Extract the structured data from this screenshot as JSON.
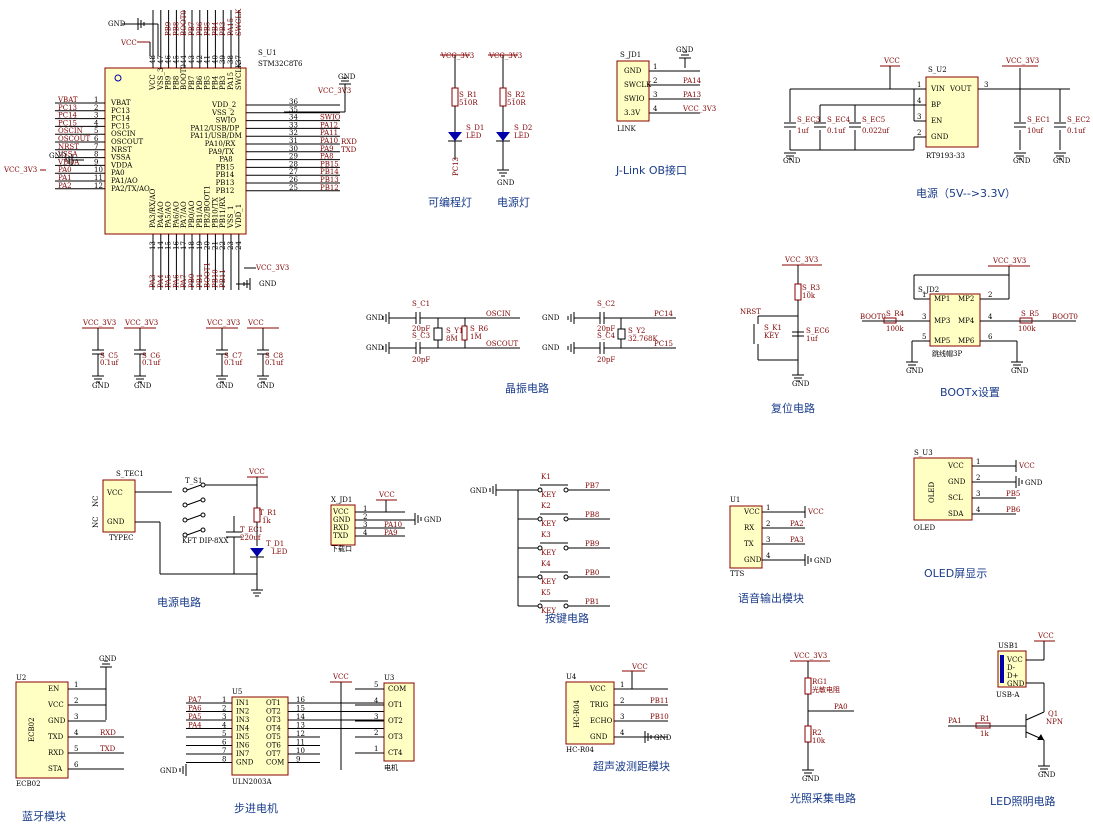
{
  "mcu": {
    "ref": "S_U1",
    "part": "STM32C8T6",
    "left_labels": [
      "VBAT",
      "PC13",
      "PC14",
      "PC15",
      "OSCIN",
      "OSCOUT",
      "NRST",
      "VSSA",
      "VDDA",
      "PA0",
      "PA1",
      "PA2"
    ],
    "left_pins": [
      "1",
      "2",
      "3",
      "4",
      "5",
      "6",
      "7",
      "8",
      "9",
      "10",
      "11",
      "12"
    ],
    "left_inner": [
      "VBAT",
      "PC13",
      "PC14",
      "PC15",
      "OSCIN",
      "OSCOUT",
      "NRST",
      "VSSA",
      "VDDA",
      "PA0",
      "PA1/AO",
      "PA2/TX/AO"
    ],
    "right_inner": [
      "VDD_2",
      "VSS_2",
      "SWIO",
      "PA12/USB/DP",
      "PA11/USB/DM",
      "PA10/RX",
      "PA9/TX",
      "PA8",
      "PB15",
      "PB14",
      "PB13",
      "PB12"
    ],
    "right_pins": [
      "36",
      "35",
      "34",
      "33",
      "32",
      "31",
      "30",
      "29",
      "28",
      "27",
      "26",
      "25"
    ],
    "right_labels": [
      "VCC_3V3",
      "",
      "SWIO",
      "PA12",
      "PA11",
      "PA10",
      "PA9",
      "PA8",
      "PB15",
      "PB14",
      "PB13",
      "PB12"
    ],
    "right_extra": {
      "rxd": "RXD",
      "txd": "TXD"
    },
    "top_pins": [
      "48",
      "47",
      "46",
      "45",
      "44",
      "43",
      "42",
      "41",
      "40",
      "39",
      "38",
      "37"
    ],
    "top_inner": [
      "VCC",
      "VSS_3",
      "PB9",
      "PB8",
      "BOOT0",
      "PB7",
      "PB6",
      "PB5",
      "PB4",
      "PB3",
      "PA15",
      "SWCLK"
    ],
    "top_labels": [
      "",
      "",
      "PB9",
      "PB8",
      "BOOT0",
      "PB7",
      "PB6",
      "PB5",
      "PB4",
      "PB3",
      "PA15",
      "SWCLK"
    ],
    "bottom_pins": [
      "13",
      "14",
      "15",
      "16",
      "17",
      "18",
      "19",
      "20",
      "21",
      "22",
      "23",
      "24"
    ],
    "bottom_inner": [
      "PA3/RX/AO",
      "PA4/AO",
      "PA5/AO",
      "PA6/AO",
      "PA7/AO",
      "PB0/AO",
      "PB1/AO",
      "PB2/BOOT1",
      "PB10/TX",
      "PB11/RX",
      "VSS_1",
      "VDD_1"
    ],
    "bottom_labels": [
      "PA3",
      "PA4",
      "PA5",
      "PA6",
      "PA7",
      "PB0",
      "PB1",
      "BOOT1",
      "PB10",
      "PB11",
      "",
      ""
    ],
    "vcc_left": "VCC_3V3",
    "vcc_top": "VCC",
    "gnd": "GND",
    "vcc_bottom": "VCC_3V3",
    "gnd_bottom": "GND"
  },
  "leds": {
    "r1": {
      "ref": "S_R1",
      "value": "510R",
      "vcc": "VCC_3V3"
    },
    "r2": {
      "ref": "S_R2",
      "value": "510R",
      "vcc": "VCC_3V3"
    },
    "d1": {
      "ref": "S_D1",
      "value": "LED",
      "net": "PC13"
    },
    "d2": {
      "ref": "S_D2",
      "value": "LED"
    },
    "gnd": "GND",
    "title_prog": "可编程灯",
    "title_power": "电源灯"
  },
  "jlink": {
    "ref": "S_JD1",
    "part": "LINK",
    "pins": [
      "GND",
      "SWCLK",
      "SWIO",
      "3.3V"
    ],
    "nums": [
      "1",
      "2",
      "3",
      "4"
    ],
    "nets": [
      "",
      "PA14",
      "PA13",
      "VCC_3V3"
    ],
    "gnd": "GND",
    "title": "J-Link OB接口"
  },
  "power": {
    "ref": "S_U2",
    "part": "RT9193-33",
    "pins_l": [
      "VIN",
      "BP",
      "EN",
      "GND"
    ],
    "pins_l_num": [
      "1",
      "4",
      "3",
      "2"
    ],
    "pin_r": "VOUT",
    "pin_r_num": "3",
    "vcc_in": "VCC",
    "vcc_out": "VCC_3V3",
    "caps": [
      {
        "ref": "S_EC3",
        "value": "1uf"
      },
      {
        "ref": "S_EC4",
        "value": "0.1uf"
      },
      {
        "ref": "S_EC5",
        "value": "0.022uf"
      },
      {
        "ref": "S_EC1",
        "value": "10uf"
      },
      {
        "ref": "S_EC2",
        "value": "0.1uf"
      }
    ],
    "gnd": "GND",
    "title": "电源（5V-->3.3V）"
  },
  "decoupling": [
    {
      "vcc": "VCC_3V3",
      "ref": "S_C5",
      "value": "0.1uf"
    },
    {
      "vcc": "VCC_3V3",
      "ref": "S_C6",
      "value": "0.1uf"
    },
    {
      "vcc": "VCC_3V3",
      "ref": "S_C7",
      "value": "0.1uf"
    },
    {
      "vcc": "VCC",
      "ref": "S_C8",
      "value": "0.1uf"
    }
  ],
  "crystal": {
    "c1": {
      "ref": "S_C1",
      "value": "20pF"
    },
    "c3": {
      "ref": "S_C3",
      "value": "20pF"
    },
    "y1": {
      "ref": "S_Y1",
      "value": "8M"
    },
    "r6": {
      "ref": "S_R6",
      "value": "1M"
    },
    "c2": {
      "ref": "S_C2",
      "value": "20pF"
    },
    "c4": {
      "ref": "S_C4",
      "value": "20pF"
    },
    "y2": {
      "ref": "S_Y2",
      "value": "32.768K"
    },
    "nets": [
      "OSCIN",
      "OSCOUT",
      "PC14",
      "PC15"
    ],
    "gnd": "GND",
    "title": "晶振电路"
  },
  "reset": {
    "vcc": "VCC_3V3",
    "r3": {
      "ref": "S_R3",
      "value": "10k"
    },
    "k1": {
      "ref": "S_K1",
      "value": "KEY"
    },
    "ec6": {
      "ref": "S_EC6",
      "value": "1uf"
    },
    "net": "NRST",
    "gnd": "GND",
    "title": "复位电路"
  },
  "boot": {
    "ref": "S_JD2",
    "part": "跳线帽3P",
    "pins": [
      "MP1",
      "MP2",
      "MP3",
      "MP4",
      "MP5",
      "MP6"
    ],
    "nums": [
      "1",
      "2",
      "3",
      "4",
      "5",
      "6"
    ],
    "vcc": "VCC_3V3",
    "r4": {
      "ref": "S_R4",
      "value": "100k",
      "net": "BOOT0"
    },
    "r5": {
      "ref": "S_R5",
      "value": "100k",
      "net": "BOOT0"
    },
    "gnd": "GND",
    "title": "BOOTx设置"
  },
  "typec": {
    "ref": "S_TEC1",
    "part": "TYPEC",
    "pins": [
      "VCC",
      "GND"
    ],
    "side": "NC",
    "s1": {
      "ref": "T_S1",
      "value": "KFT DIP-8XX"
    },
    "r1": {
      "ref": "T_R1",
      "value": "1k"
    },
    "ec1": {
      "ref": "T_EC1",
      "value": "220uf"
    },
    "d1": {
      "ref": "T_D1",
      "value": "LED"
    },
    "vcc": "VCC",
    "title": "电源电路"
  },
  "serial": {
    "ref": "X_JD1",
    "part": "下载口",
    "pins": [
      "VCC",
      "GND",
      "RXD",
      "TXD"
    ],
    "nums": [
      "1",
      "2",
      "3",
      "4"
    ],
    "nets": [
      "VCC",
      "GND",
      "PA10",
      "PA9"
    ],
    "gnd": "GND"
  },
  "keys": {
    "gnd": "GND",
    "items": [
      {
        "ref": "K1",
        "value": "KEY",
        "net": "PB7"
      },
      {
        "ref": "K2",
        "value": "KEY",
        "net": "PB8"
      },
      {
        "ref": "K3",
        "value": "KEY",
        "net": "PB9"
      },
      {
        "ref": "K4",
        "value": "KEY",
        "net": "PB0"
      },
      {
        "ref": "K5",
        "value": "KEY",
        "net": "PB1"
      }
    ],
    "title": "按键电路"
  },
  "tts": {
    "ref": "U1",
    "part": "TTS",
    "pins": [
      "VCC",
      "RX",
      "TX",
      "GND"
    ],
    "nums": [
      "1",
      "2",
      "3",
      "4"
    ],
    "nets": [
      "VCC",
      "PA2",
      "PA3",
      "GND"
    ],
    "title": "语音输出模块"
  },
  "oled": {
    "ref": "S_U3",
    "part": "OLED",
    "side": "OLED",
    "pins": [
      "VCC",
      "GND",
      "SCL",
      "SDA"
    ],
    "nums": [
      "1",
      "2",
      "3",
      "4"
    ],
    "nets": [
      "VCC",
      "GND",
      "PB5",
      "PB6"
    ],
    "title": "OLED屏显示"
  },
  "bt": {
    "ref": "U2",
    "part": "ECB02",
    "side": "ECB02",
    "pins": [
      "EN",
      "VCC",
      "GND",
      "TXD",
      "RXD",
      "STA"
    ],
    "nums": [
      "1",
      "2",
      "3",
      "4",
      "5",
      "6"
    ],
    "nets": [
      "",
      "",
      "",
      "RXD",
      "TXD",
      ""
    ],
    "gnd": "GND",
    "title": "蓝牙模块"
  },
  "stepper": {
    "ref": "U5",
    "part": "ULN2003A",
    "in": [
      "IN1",
      "IN2",
      "IN3",
      "IN4",
      "IN5",
      "IN6",
      "IN7",
      "GND"
    ],
    "in_num": [
      "1",
      "2",
      "3",
      "4",
      "5",
      "6",
      "7",
      "8"
    ],
    "in_nets": [
      "PA7",
      "PA6",
      "PA5",
      "PA4"
    ],
    "out": [
      "OT1",
      "OT2",
      "OT3",
      "OT4",
      "OT5",
      "OT6",
      "OT7",
      "COM"
    ],
    "out_num": [
      "16",
      "15",
      "14",
      "13",
      "12",
      "11",
      "10",
      "9"
    ],
    "motor": {
      "ref": "U3",
      "part": "电机",
      "pins": [
        "COM",
        "OT1",
        "OT2",
        "OT3",
        "CT4"
      ],
      "nums": [
        "5",
        "4",
        "3",
        "2",
        "1"
      ]
    },
    "vcc": "VCC",
    "gnd": "GND",
    "title": "步进电机"
  },
  "ultra": {
    "ref": "U4",
    "part": "HC-R04",
    "side": "HC-R04",
    "pins": [
      "VCC",
      "TRIG",
      "ECHO",
      "GND"
    ],
    "nums": [
      "1",
      "2",
      "3",
      "4"
    ],
    "nets": [
      "VCC",
      "PB11",
      "PB10",
      "GND"
    ],
    "title": "超声波测距模块"
  },
  "light": {
    "vcc": "VCC_3V3",
    "rg1": {
      "ref": "RG1",
      "value": "光敏电阻"
    },
    "r2": {
      "ref": "R2",
      "value": "10k"
    },
    "net": "PA0",
    "gnd": "GND",
    "title": "光照采集电路"
  },
  "ledlight": {
    "usb": {
      "ref": "USB1",
      "part": "USB-A",
      "pins": [
        "VCC",
        "D-",
        "D+",
        "GND"
      ]
    },
    "r1": {
      "ref": "R1",
      "value": "1k"
    },
    "q1": {
      "ref": "Q1",
      "value": "NPN"
    },
    "net": "PA1",
    "vcc": "VCC",
    "gnd": "GND",
    "title": "LED照明电路"
  }
}
